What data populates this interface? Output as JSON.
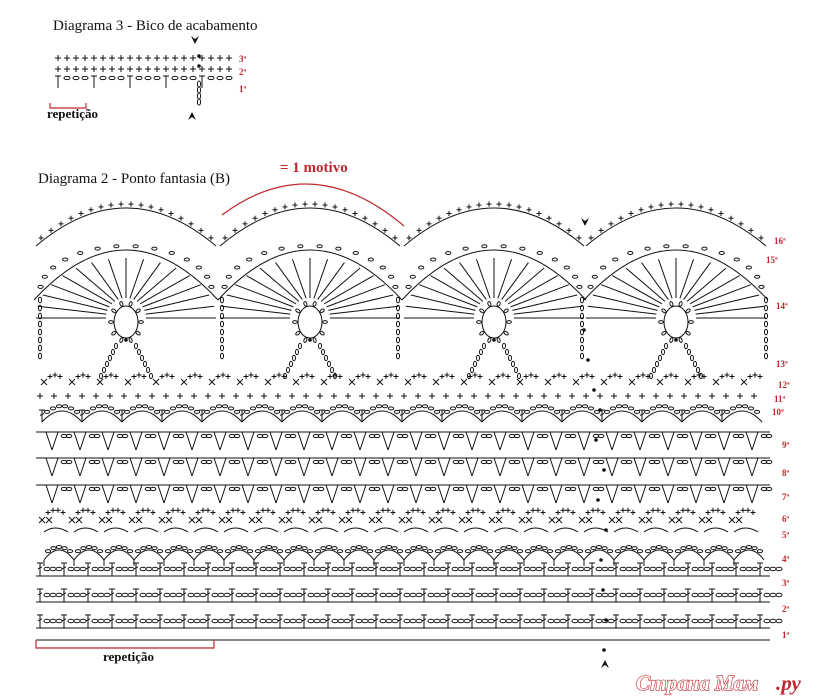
{
  "diagram3": {
    "title": "Diagrama 3 - Bico de acabamento",
    "repeat_label": "repetição",
    "rows": [
      "3ª",
      "2ª",
      "1ª"
    ]
  },
  "diagram2": {
    "title": "Diagrama 2 - Ponto fantasia (B)",
    "motif_label": "= 1 motivo",
    "repeat_label": "repetição",
    "rows": [
      "16ª",
      "15ª",
      "14ª",
      "13ª",
      "12ª",
      "11ª",
      "10ª",
      "9ª",
      "8ª",
      "7ª",
      "6ª",
      "5ª",
      "4ª",
      "3ª",
      "2ª",
      "1ª"
    ]
  },
  "watermark": {
    "main": "Страна Мам",
    "suffix": ".ру"
  },
  "colors": {
    "ink": "#111111",
    "accent": "#c0282d",
    "background": "#ffffff"
  }
}
